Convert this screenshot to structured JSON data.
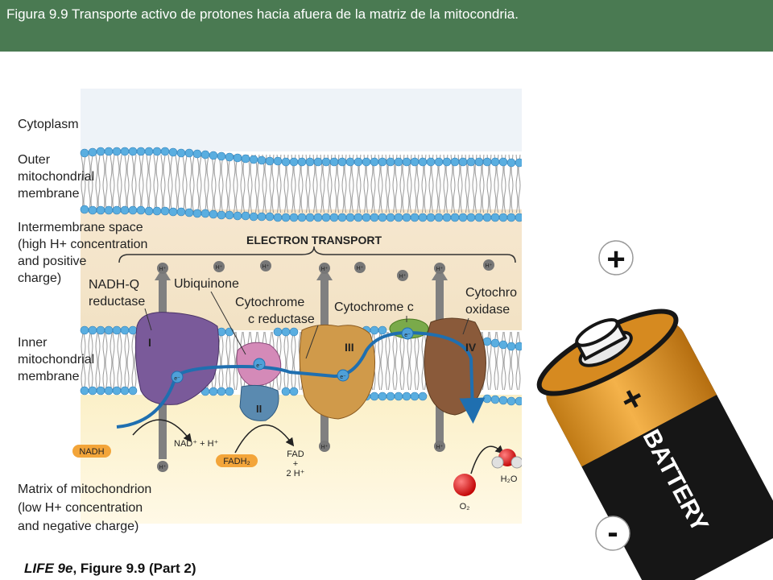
{
  "header": {
    "title": "Figura 9.9  Transporte activo de protones hacia afuera de la matriz de la mitocondria."
  },
  "regions": {
    "cytoplasm": "Cytoplasm",
    "outer_membrane": [
      "Outer",
      "mitochondrial",
      "membrane"
    ],
    "intermembrane": [
      "Intermembrane space",
      "(high H+ concentration",
      "and positive",
      "charge)"
    ],
    "inner_membrane": [
      "Inner",
      "mitochondrial",
      "membrane"
    ],
    "matrix": [
      "Matrix of mitochondrion",
      "(low H+ concentration",
      "and negative charge)"
    ]
  },
  "banner": "ELECTRON TRANSPORT",
  "complexes": {
    "nadh_q": [
      "NADH-Q",
      "reductase"
    ],
    "ubiquinone": "Ubiquinone",
    "cyt_c_reductase": [
      "Cytochrome",
      "c reductase"
    ],
    "cytochrome_c": "Cytochrome c",
    "cyt_oxidase": [
      "Cytochro",
      "oxidase"
    ],
    "roman": [
      "I",
      "II",
      "III",
      "IV"
    ]
  },
  "molecules": {
    "nadh": "NADH",
    "nad": "NAD⁺ + H⁺",
    "fadh2": "FADH₂",
    "fad": [
      "FAD",
      "+",
      "2 H⁺"
    ],
    "o2": "O₂",
    "h2o": "H₂O",
    "proton": "H⁺",
    "electron": "e⁻"
  },
  "battery": {
    "plus": "+",
    "minus": "-",
    "text": "BATTERY",
    "body_plus": "+"
  },
  "caption": {
    "book": "LIFE 9e",
    "rest": ", Figure 9.9 (Part 2)"
  },
  "colors": {
    "header": "#4a7a52",
    "membrane_head": "#5aaee0",
    "complex_I": "#7a5a9a",
    "complex_III": "#d09a4a",
    "complex_IV": "#8a5a3a",
    "arrow": "#1f6fb0",
    "battery_orange": "#e59a2a"
  }
}
